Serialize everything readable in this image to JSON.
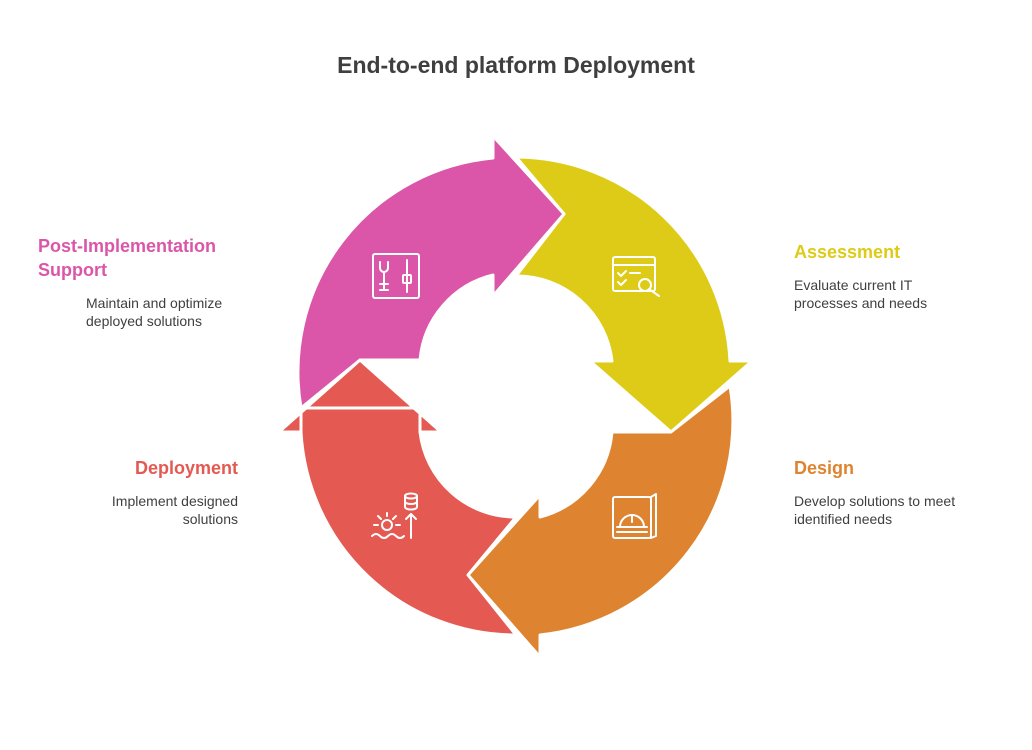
{
  "title": "End-to-end platform Deployment",
  "colors": {
    "assessment": "#DDCB17",
    "design": "#DE8430",
    "deployment": "#E45A52",
    "post_implementation": "#DB56A8",
    "icon_stroke": "#ffffff",
    "text_dark": "#3f3f3f"
  },
  "steps": {
    "assessment": {
      "title": "Assessment",
      "desc_lines": [
        "Evaluate current IT",
        "processes and needs"
      ],
      "icon": "checklist-search-icon"
    },
    "design": {
      "title": "Design",
      "desc_lines": [
        "Develop solutions to meet",
        "identified needs"
      ],
      "icon": "hardhat-blueprint-icon"
    },
    "deployment": {
      "title": "Deployment",
      "desc_lines": [
        "Implement designed",
        "solutions"
      ],
      "icon": "gear-database-upload-icon"
    },
    "post_implementation": {
      "title_lines": [
        "Post-Implementation",
        "Support"
      ],
      "desc_lines": [
        "Maintain and optimize",
        "deployed solutions"
      ],
      "icon": "tools-sliders-icon"
    }
  }
}
